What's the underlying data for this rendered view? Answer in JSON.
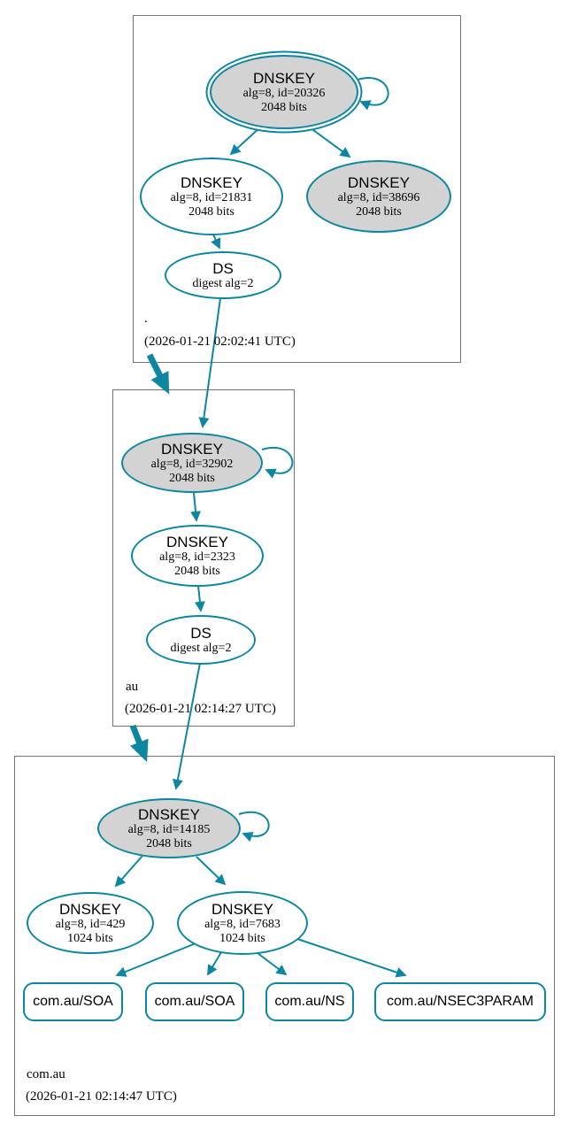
{
  "colors": {
    "edge_teal": "#0d87a1",
    "ksk_fill": "#d3d3d3",
    "box_border": "#737373",
    "background": "#ffffff",
    "text": "#000000"
  },
  "zones": [
    {
      "label": ".",
      "timestamp": "(2026-01-21 02:02:41 UTC)",
      "nodes": [
        {
          "type": "dnskey-trust-anchor",
          "title": "DNSKEY",
          "detail1": "alg=8, id=20326",
          "detail2": "2048 bits"
        },
        {
          "type": "dnskey",
          "title": "DNSKEY",
          "detail1": "alg=8, id=21831",
          "detail2": "2048 bits"
        },
        {
          "type": "dnskey-published",
          "title": "DNSKEY",
          "detail1": "alg=8, id=38696",
          "detail2": "2048 bits"
        },
        {
          "type": "ds",
          "title": "DS",
          "detail1": "digest alg=2"
        }
      ]
    },
    {
      "label": "au",
      "timestamp": "(2026-01-21 02:14:27 UTC)",
      "nodes": [
        {
          "type": "dnskey-ksk",
          "title": "DNSKEY",
          "detail1": "alg=8, id=32902",
          "detail2": "2048 bits"
        },
        {
          "type": "dnskey",
          "title": "DNSKEY",
          "detail1": "alg=8, id=2323",
          "detail2": "2048 bits"
        },
        {
          "type": "ds",
          "title": "DS",
          "detail1": "digest alg=2"
        }
      ]
    },
    {
      "label": "com.au",
      "timestamp": "(2026-01-21 02:14:47 UTC)",
      "nodes": [
        {
          "type": "dnskey-ksk",
          "title": "DNSKEY",
          "detail1": "alg=8, id=14185",
          "detail2": "2048 bits"
        },
        {
          "type": "dnskey",
          "title": "DNSKEY",
          "detail1": "alg=8, id=429",
          "detail2": "1024 bits"
        },
        {
          "type": "dnskey",
          "title": "DNSKEY",
          "detail1": "alg=8, id=7683",
          "detail2": "1024 bits"
        }
      ],
      "rrsets": [
        {
          "label": "com.au/SOA"
        },
        {
          "label": "com.au/SOA"
        },
        {
          "label": "com.au/NS"
        },
        {
          "label": "com.au/NSEC3PARAM"
        }
      ]
    }
  ]
}
